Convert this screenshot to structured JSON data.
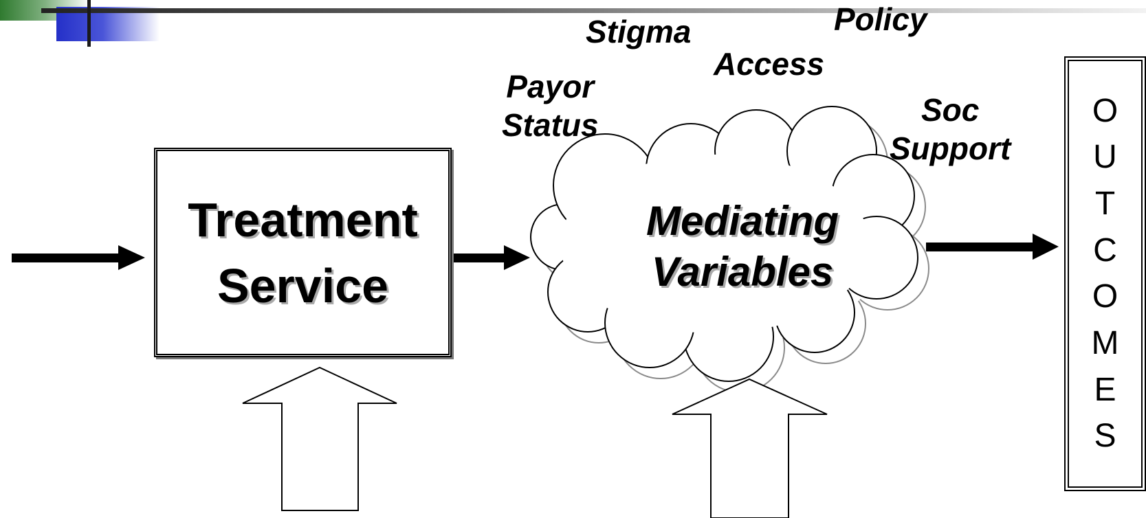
{
  "diagram": {
    "treatment_box": {
      "line1": "Treatment",
      "line2": "Service"
    },
    "mediating_cloud": {
      "line1": "Mediating",
      "line2": "Variables"
    },
    "factors": {
      "stigma": "Stigma",
      "policy": "Policy",
      "access": "Access",
      "payor_status_line1": "Payor",
      "payor_status_line2": "Status",
      "soc_support_line1": "Soc",
      "soc_support_line2": "Support"
    },
    "outcomes": {
      "letters": [
        "O",
        "U",
        "T",
        "C",
        "O",
        "M",
        "E",
        "S"
      ]
    }
  }
}
